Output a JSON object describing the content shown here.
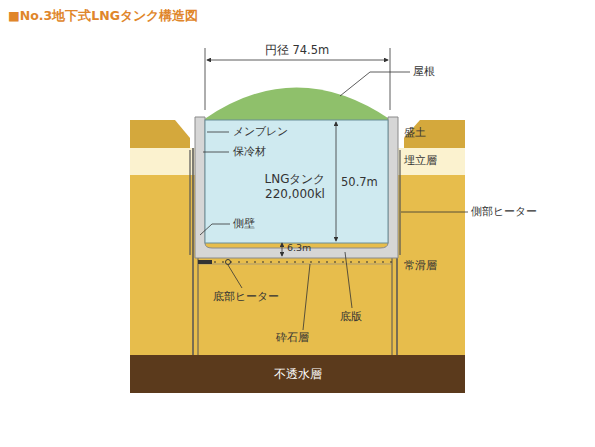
{
  "diagram": {
    "title": "■No.3地下式LNGタンク構造図",
    "nodes": [
      {
        "text": [
          "LNGタンク 220,000kl"
        ]
      },
      {
        "text": [
          "不透水層"
        ]
      }
    ],
    "labels": [
      "円径 74.5m",
      "屋根",
      "メンブレン",
      "保冷材",
      "盛土",
      "埋立層",
      "50.7m",
      "側壁",
      "側部ヒーター",
      "6.3m",
      "常滑層",
      "底部ヒーター",
      "底版",
      "砕石層"
    ]
  }
}
